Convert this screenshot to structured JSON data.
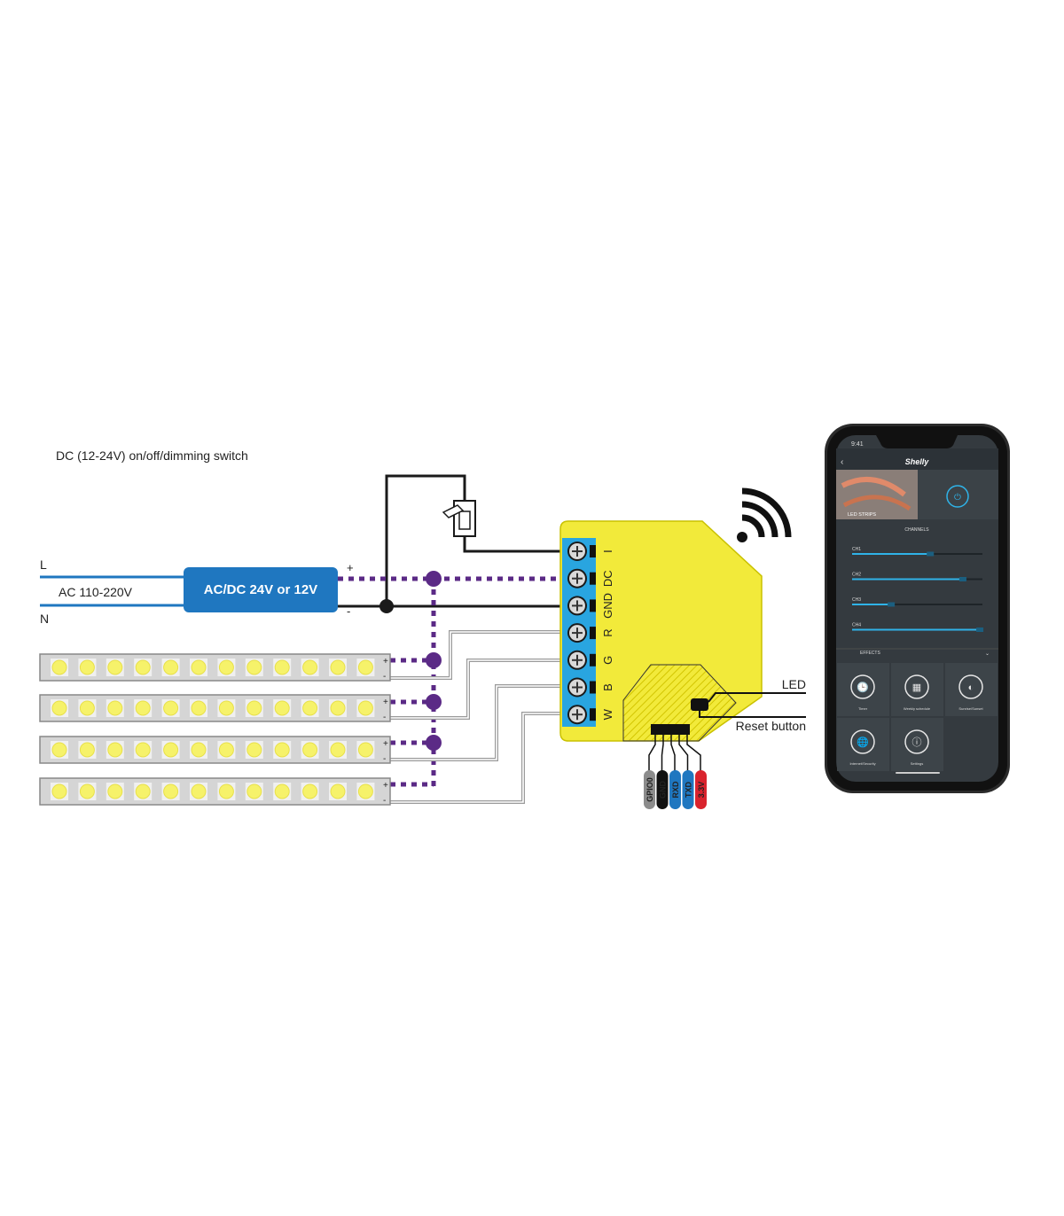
{
  "diagram": {
    "title": "DC (12-24V) on/off/dimming switch",
    "mains": {
      "line_label": "L",
      "neutral_label": "N",
      "voltage_label": "AC 110-220V"
    },
    "psu": {
      "label": "AC/DC 24V or 12V",
      "plus": "+",
      "minus": "-"
    },
    "terminals": [
      "I",
      "DC",
      "GND",
      "R",
      "G",
      "B",
      "W"
    ],
    "strip_polarity": {
      "plus": "+",
      "minus": "-"
    },
    "indicators": {
      "led_label": "LED",
      "reset_label": "Reset button"
    },
    "header_pins": [
      "GPIO0",
      "GND",
      "RXD",
      "TXD",
      "3.3V"
    ],
    "colors": {
      "wire_purple": "#5b2a86",
      "wire_black": "#1a1a1a",
      "wire_gray": "#9a9a9a",
      "psu_blue": "#1f77c0",
      "terminal_blue": "#29a5e0",
      "device_yellow": "#f2ea3a",
      "pin_gray": "#8c8c8c",
      "pin_black": "#111111",
      "pin_blue": "#1f77c0",
      "pin_red": "#d9232d"
    }
  },
  "phone": {
    "time": "9:41",
    "brand": "Shelly",
    "device_name": "LED STRIPS",
    "channels_title": "CHANNELS",
    "channels": [
      {
        "name": "CH1",
        "level": 0.6
      },
      {
        "name": "CH2",
        "level": 0.85
      },
      {
        "name": "CH3",
        "level": 0.3
      },
      {
        "name": "CH4",
        "level": 0.98
      }
    ],
    "effects_label": "EFFECTS",
    "tiles": [
      "Timer",
      "Weekly schedule",
      "Sunrise/Sunset",
      "Internet/Security",
      "Settings"
    ]
  }
}
